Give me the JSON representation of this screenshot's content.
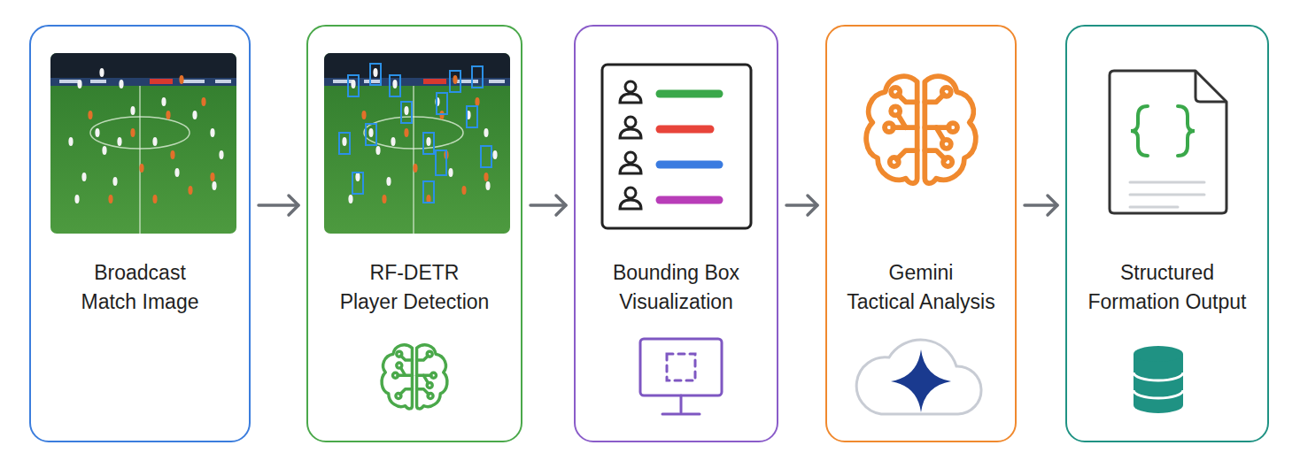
{
  "diagram": {
    "nodes": [
      {
        "text": [
          "Broadcast Match Image"
        ]
      },
      {
        "text": [
          "RF-DETR Player Detection"
        ]
      },
      {
        "text": [
          "Bounding Box Visualization"
        ]
      },
      {
        "text": [
          "Gemini Tactical Analysis"
        ]
      },
      {
        "text": [
          "Structured Formation Output"
        ]
      }
    ],
    "edges": [
      {
        "from": 0,
        "to": 1,
        "arrow": "to"
      },
      {
        "from": 1,
        "to": 2,
        "arrow": "to"
      },
      {
        "from": 2,
        "to": 3,
        "arrow": "to"
      },
      {
        "from": 3,
        "to": 4,
        "arrow": "to"
      }
    ]
  }
}
